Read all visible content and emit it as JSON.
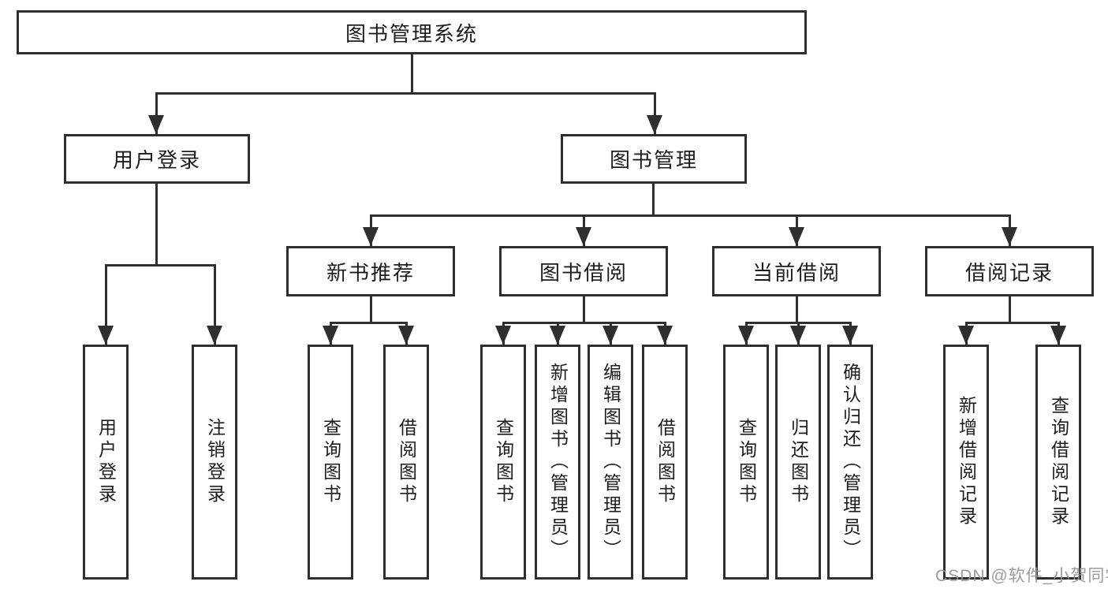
{
  "tree": {
    "label": "图书管理系统",
    "children": [
      {
        "label": "用户登录",
        "children": [
          {
            "label": "用户登录"
          },
          {
            "label": "注销登录"
          }
        ]
      },
      {
        "label": "图书管理",
        "children": [
          {
            "label": "新书推荐",
            "children": [
              {
                "label": "查询图书"
              },
              {
                "label": "借阅图书"
              }
            ]
          },
          {
            "label": "图书借阅",
            "children": [
              {
                "label": "查询图书"
              },
              {
                "label": "新增图书（管理员）"
              },
              {
                "label": "编辑图书（管理员）"
              },
              {
                "label": "借阅图书"
              }
            ]
          },
          {
            "label": "当前借阅",
            "children": [
              {
                "label": "查询图书"
              },
              {
                "label": "归还图书"
              },
              {
                "label": "确认归还（管理员）"
              }
            ]
          },
          {
            "label": "借阅记录",
            "children": [
              {
                "label": "新增借阅记录"
              },
              {
                "label": "查询借阅记录"
              }
            ]
          }
        ]
      }
    ]
  },
  "watermark": "CSDN @软件_小贺同学",
  "colors": {
    "line": "#2f2f2f",
    "text": "#1c1c1c",
    "background": "#ffffff",
    "watermark": "#949494"
  }
}
